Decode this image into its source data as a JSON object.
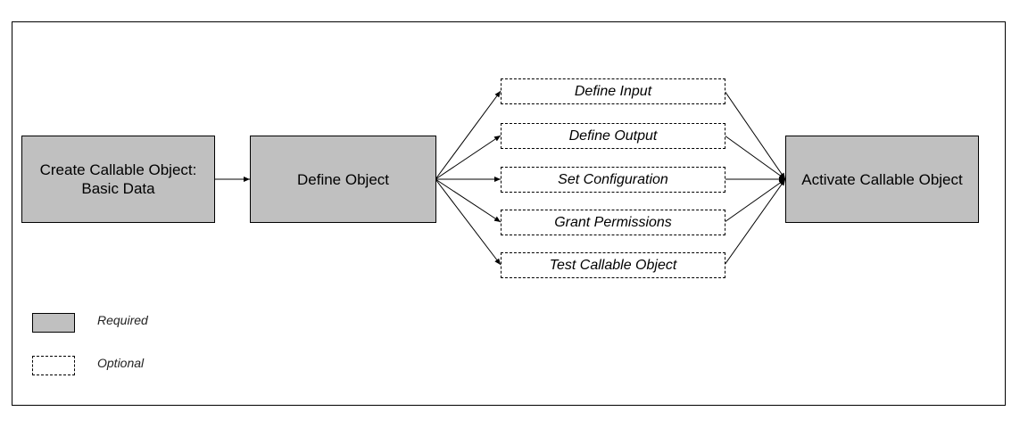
{
  "diagram": {
    "required_steps": {
      "create": "Create Callable Object:\nBasic Data",
      "define": "Define Object",
      "activate": "Activate Callable Object"
    },
    "optional_steps": [
      "Define Input",
      "Define Output",
      "Set Configuration",
      "Grant Permissions",
      "Test Callable Object"
    ]
  },
  "legend": {
    "required_label": "Required",
    "optional_label": "Optional"
  },
  "colors": {
    "required_fill": "#c0c0c0",
    "border": "#000000"
  }
}
